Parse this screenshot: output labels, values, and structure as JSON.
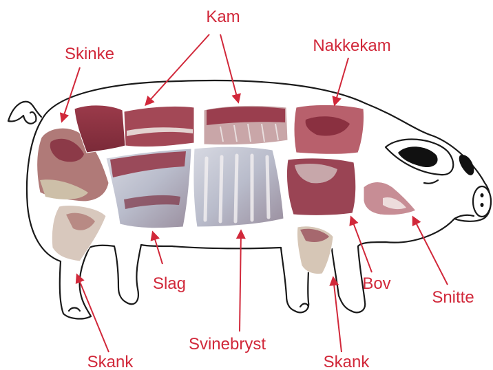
{
  "labels": {
    "kam": "Kam",
    "skinke": "Skinke",
    "nakkekam": "Nakkekam",
    "slag": "Slag",
    "svinebryst": "Svinebryst",
    "bov": "Bov",
    "snitte": "Snitte",
    "skank_rear": "Skank",
    "skank_front": "Skank"
  },
  "colors": {
    "label": "#d1283a",
    "arrow": "#d1283a",
    "outline": "#1a1a1a",
    "meat_dark": "#8a2e3c",
    "meat_mid": "#a8485a",
    "meat_light": "#c98a95",
    "fat": "#e9e2df",
    "bone": "#d6cfc2",
    "silver": "#cfd3dd"
  }
}
